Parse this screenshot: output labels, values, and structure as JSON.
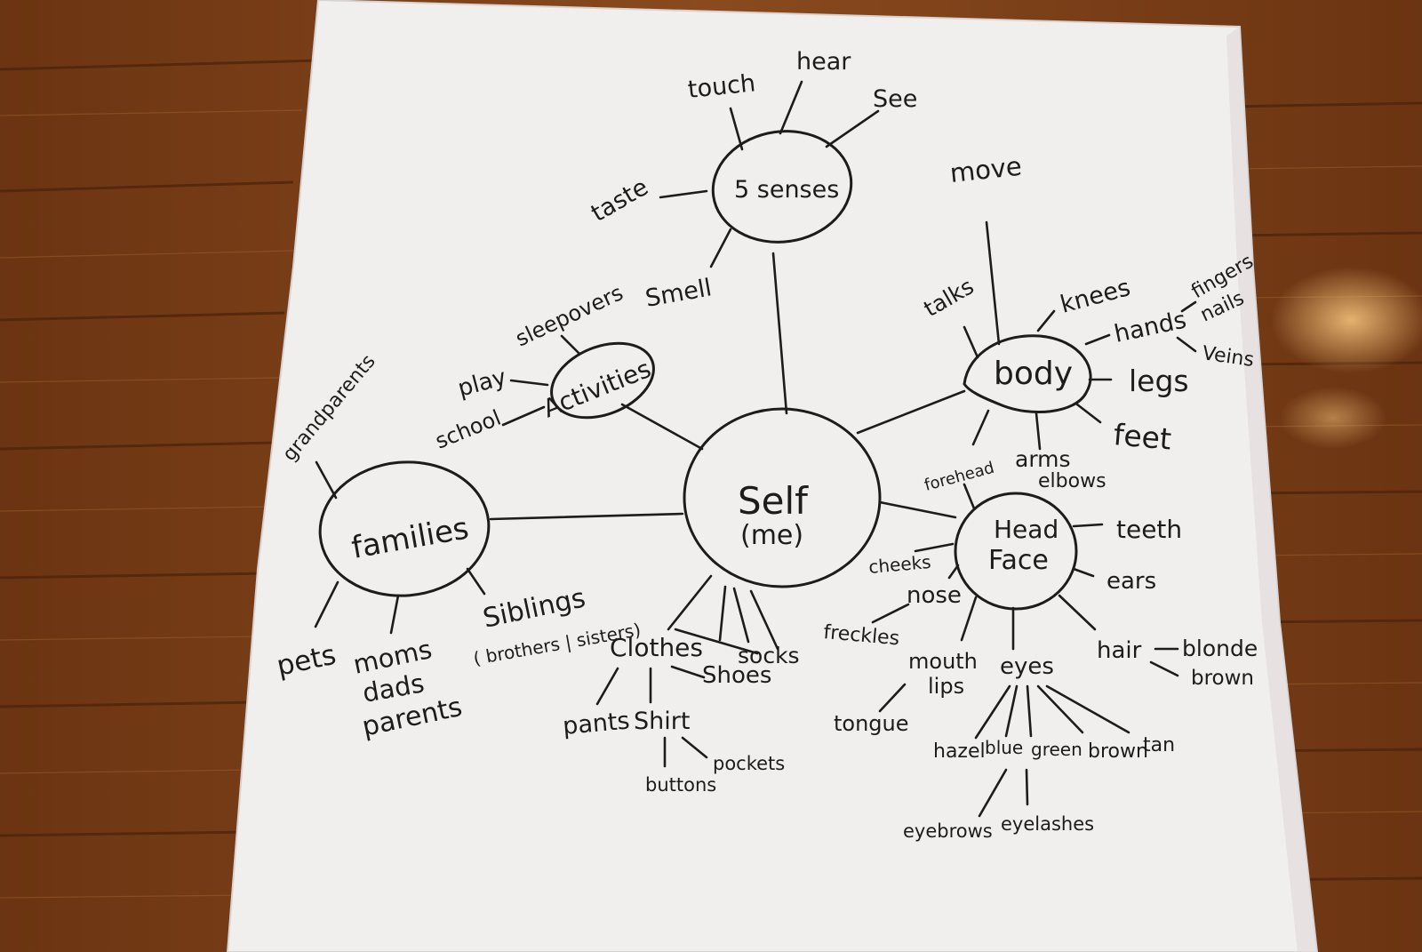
{
  "photo": {
    "subject": "hand-drawn mind map",
    "colors": {
      "floor": "#7a3f18",
      "floor_dark": "#5a2c0f",
      "floor_light": "#9b5a28",
      "paper": "#f1eeee",
      "ink": "#1c1c1c"
    }
  },
  "center": {
    "label": "Self",
    "sub": "(me)"
  },
  "bubbles": {
    "senses": "5 senses",
    "activities": "Activities",
    "families": "families",
    "body": "body",
    "head": "Head",
    "face": "Face"
  },
  "senses": {
    "touch": "touch",
    "hear": "hear",
    "see": "See",
    "taste": "taste",
    "smell": "Smell"
  },
  "activities": {
    "sleepovers": "sleepovers",
    "play": "play",
    "school": "school"
  },
  "families": {
    "grandparents": "grandparents",
    "pets": "pets",
    "moms": "moms",
    "dads": "dads",
    "parents": "parents",
    "siblings": "Siblings",
    "brothers_sisters": "( brothers | sisters)"
  },
  "body": {
    "move": "move",
    "talks": "talks",
    "knees": "knees",
    "hands": "hands",
    "fingers": "fingers",
    "nails": "nails",
    "veins": "Veins",
    "legs": "legs",
    "feet": "feet",
    "arms": "arms",
    "elbows": "elbows"
  },
  "head": {
    "forehead": "forehead",
    "teeth": "teeth",
    "ears": "ears",
    "cheeks": "cheeks",
    "nose": "nose",
    "freckles": "freckles",
    "mouth": "mouth",
    "lips": "lips",
    "tongue": "tongue",
    "eyes": "eyes",
    "hair": "hair",
    "blonde": "blonde",
    "brown_hair": "brown",
    "hazel": "hazel",
    "blue": "blue",
    "green": "green",
    "brown_eyes": "brown",
    "tan": "tan",
    "eyebrows": "eyebrows",
    "eyelashes": "eyelashes"
  },
  "clothes": {
    "clothes": "Clothes",
    "socks": "socks",
    "shoes": "Shoes",
    "pants": "pants",
    "shirt": "Shirt",
    "pockets": "pockets",
    "buttons": "buttons"
  }
}
